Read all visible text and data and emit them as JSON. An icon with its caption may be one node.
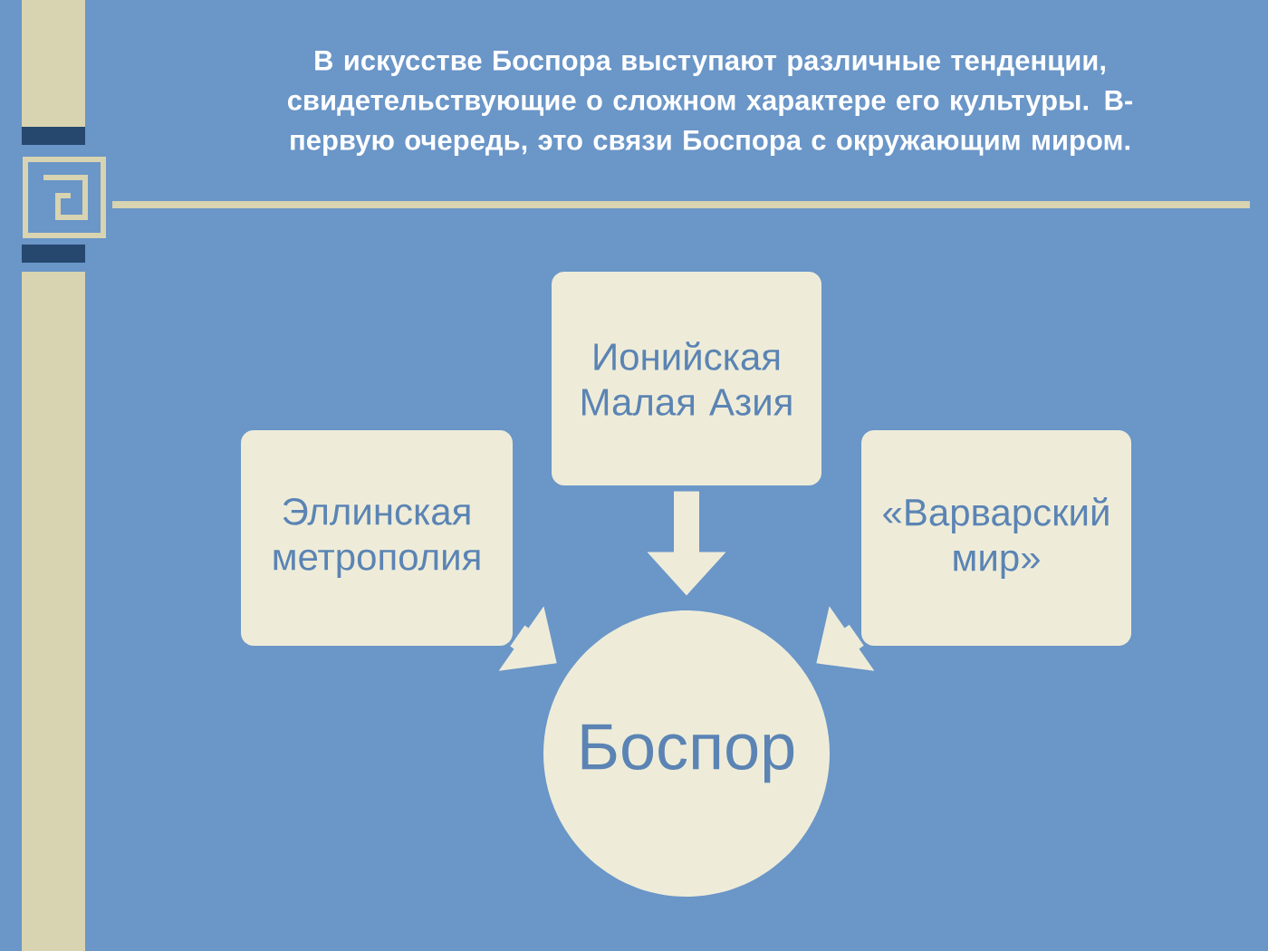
{
  "diagram": {
    "title": "В искусстве Боспора выступают различные тенденции, свидетельствующие о сложном характере его культуры. В-первую очередь, это связи Боспора с окружающим миром.",
    "nodes": [
      {
        "text": [
          "Эллинская метрополия"
        ]
      },
      {
        "text": [
          "Ионийская Малая Азия"
        ]
      },
      {
        "text": [
          "«Варварский мир»"
        ]
      },
      {
        "text": [
          "Боспор"
        ]
      }
    ],
    "edges": [
      {
        "from": 0,
        "to": 3,
        "arrow": "to"
      },
      {
        "from": 1,
        "to": 3,
        "arrow": "to"
      },
      {
        "from": 2,
        "to": 3,
        "arrow": "to"
      }
    ]
  }
}
